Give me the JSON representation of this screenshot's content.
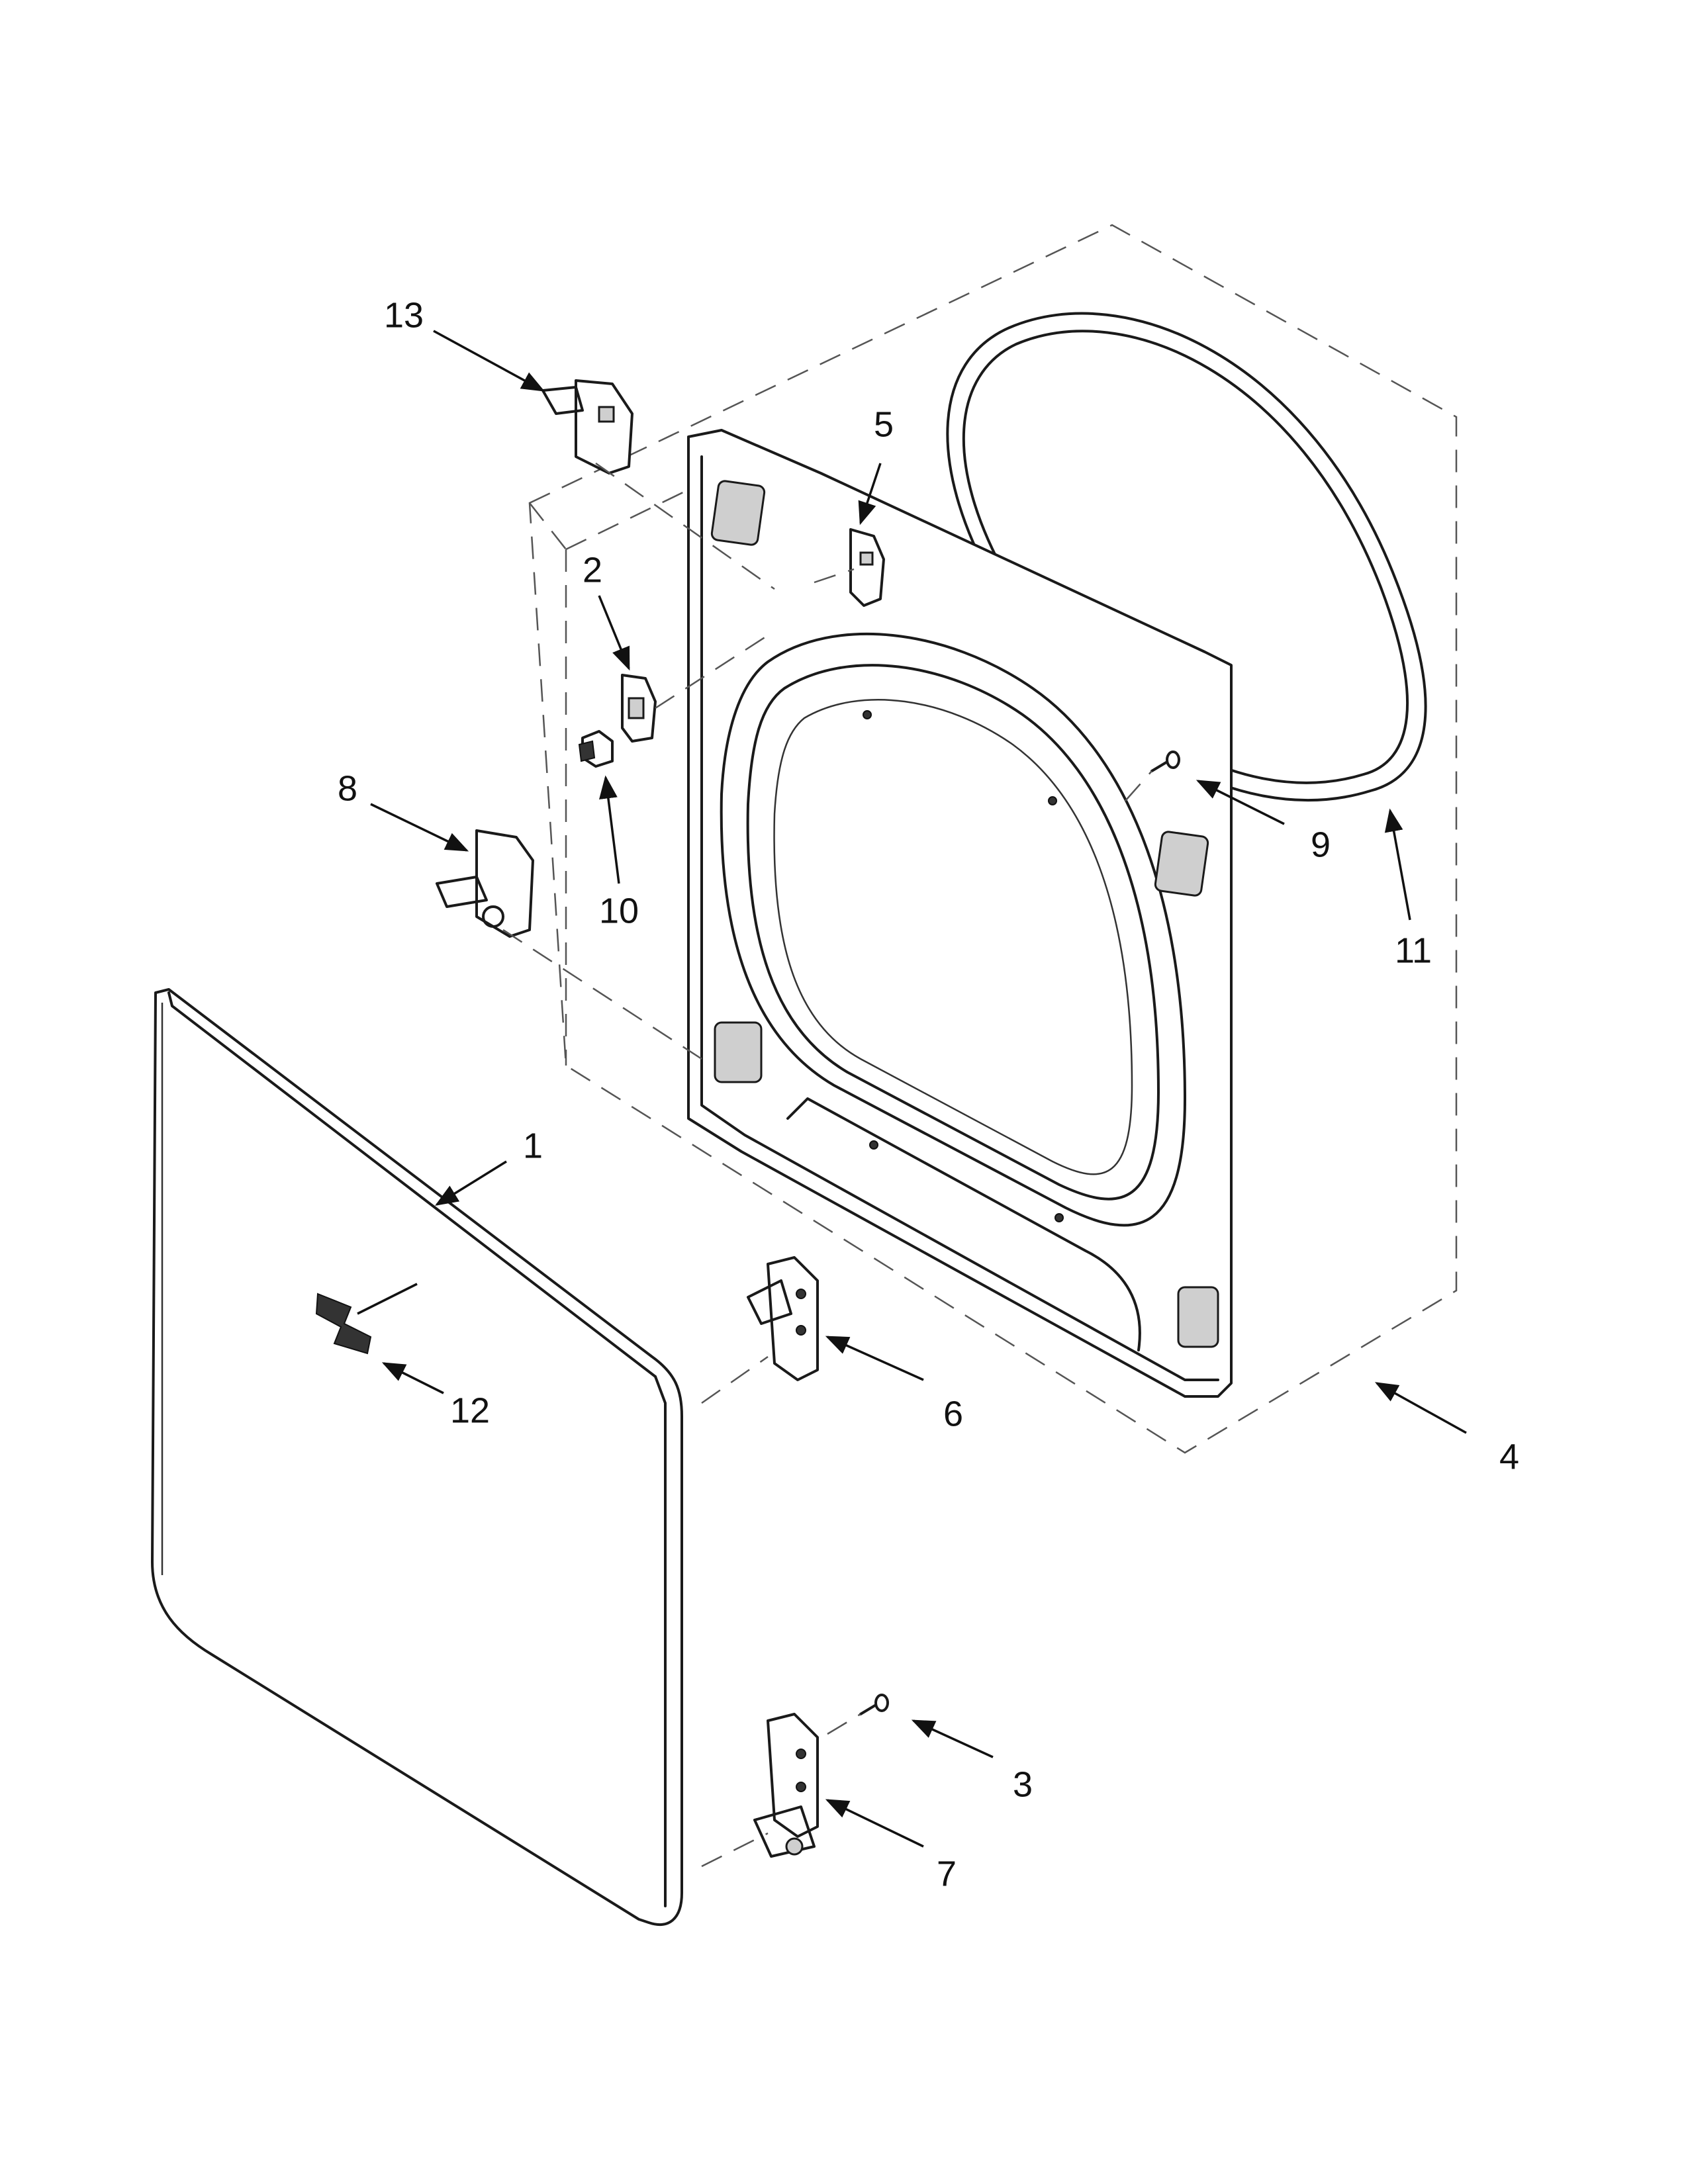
{
  "callouts": [
    {
      "id": "1",
      "label": "1"
    },
    {
      "id": "2",
      "label": "2"
    },
    {
      "id": "3",
      "label": "3"
    },
    {
      "id": "4",
      "label": "4"
    },
    {
      "id": "5",
      "label": "5"
    },
    {
      "id": "6",
      "label": "6"
    },
    {
      "id": "7",
      "label": "7"
    },
    {
      "id": "8",
      "label": "8"
    },
    {
      "id": "9",
      "label": "9"
    },
    {
      "id": "10",
      "label": "10"
    },
    {
      "id": "11",
      "label": "11"
    },
    {
      "id": "12",
      "label": "12"
    },
    {
      "id": "13",
      "label": "13"
    }
  ],
  "colors": {
    "line": "#1a1a1a",
    "background": "#ffffff",
    "shading": "#cfcfcf"
  }
}
